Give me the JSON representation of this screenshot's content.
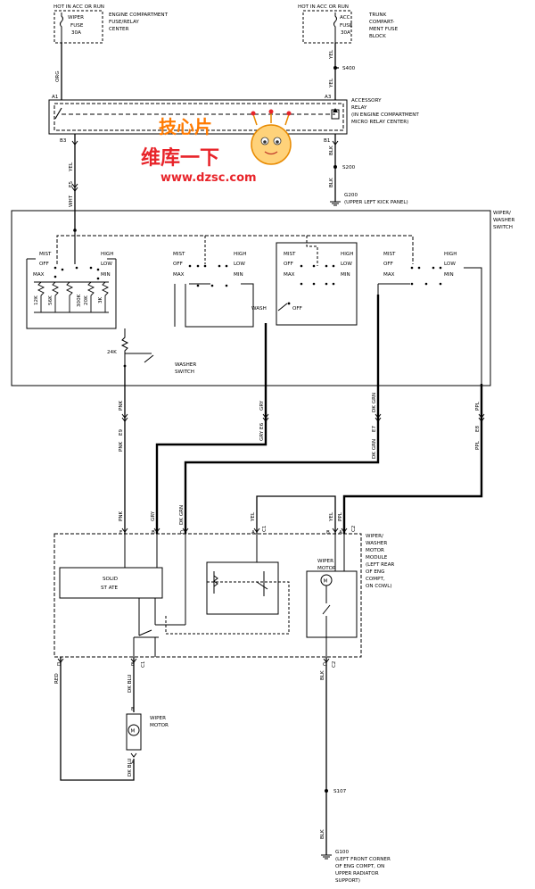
{
  "fuses": {
    "left_header": "HOT IN ACC OR RUN",
    "left_name": "WIPER",
    "left_fuse": "FUSE",
    "left_amp": "30A",
    "left_loc": [
      "ENGINE COMPARTMENT",
      "FUSE/RELAY",
      "CENTER"
    ],
    "right_header": "HOT IN ACC OR RUN",
    "right_name": "ACC",
    "right_fuse": "FUSE",
    "right_amp": "30A",
    "right_loc": [
      "TRUNK",
      "COMPART-",
      "MENT FUSE",
      "BLOCK"
    ]
  },
  "relay": {
    "name": [
      "ACCESSORY",
      "RELAY",
      "(IN ENGINE COMPARTMENT",
      "MICRO RELAY CENTER)"
    ],
    "pins": {
      "a1": "A1",
      "a3": "A3",
      "b3": "B3",
      "b1": "B1"
    }
  },
  "wires": {
    "org": "ORG",
    "yel": "YEL",
    "blk": "BLK",
    "wht": "WHT",
    "pnk": "PNK",
    "gry": "GRY",
    "dk_grn": "DK GRN",
    "ppl": "PPL",
    "red": "RED",
    "dk_blu": "DK BLU",
    "gry_e6": "GRY E6",
    "e9": "E9",
    "e7": "E7",
    "e8": "E8",
    "e5": "E5"
  },
  "splices": {
    "s400": "S400",
    "s200": "S200",
    "s107": "S107"
  },
  "grounds": {
    "g200": "G200",
    "g200_loc": "(UPPER LEFT KICK PANEL)",
    "g100": "G100",
    "g100_loc": [
      "(LEFT FRONT CORNER",
      "OF ENG COMPT, ON",
      "UPPER RADIATOR",
      "SUPPORT)"
    ]
  },
  "watermark": {
    "line1": "维库一下",
    "line2": "www.dzsc.com",
    "brand": "技心片"
  },
  "switch": {
    "name": [
      "WIPER/",
      "WASHER",
      "SWITCH"
    ],
    "mist": "MIST",
    "off": "OFF",
    "max": "MAX",
    "high": "HIGH",
    "low": "LOW",
    "min": "MIN",
    "wash": "WASH",
    "res": [
      "12K",
      "56K",
      "300K",
      "20K",
      "3K"
    ],
    "r24k": "24K",
    "washer_switch": [
      "WASHER",
      "SWITCH"
    ]
  },
  "module": {
    "name": [
      "WIPER/",
      "WASHER",
      "MOTOR",
      "MODULE",
      "(LEFT REAR",
      "OF ENG",
      "COMPT,",
      "ON COWL)"
    ],
    "solid_state": [
      "SOLID",
      "ST ATE"
    ],
    "motor": [
      "WIPER",
      "MOTOR"
    ],
    "conn_top": {
      "f": "F",
      "b": "B",
      "c": "C",
      "a": "A",
      "b2": "B",
      "a2": "A",
      "c1": "C1",
      "c2": "C2"
    },
    "conn_bottom": {
      "d": "D",
      "e": "E",
      "c": "C",
      "c1": "C1",
      "c2": "C2"
    }
  },
  "washer_motor": {
    "name": [
      "WIPER",
      "MOTOR"
    ],
    "pin_b": "B",
    "pin_a": "A",
    "m": "M"
  }
}
